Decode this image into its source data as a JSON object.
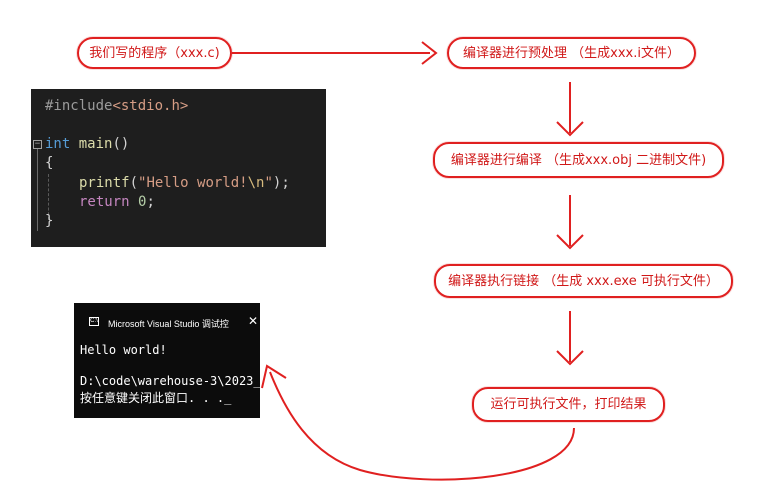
{
  "flow": {
    "step_source": "我们写的程序（xxx.c)",
    "step_preprocess": "编译器进行预处理 （生成xxx.i文件）",
    "step_compile": "编译器进行编译 （生成xxx.obj 二进制文件)",
    "step_link": "编译器执行链接 （生成 xxx.exe 可执行文件）",
    "step_run": "运行可执行文件，打印结果"
  },
  "code_editor": {
    "include_kw": "#include",
    "include_file": "<stdio.h>",
    "type_kw": "int",
    "main_fn": "main",
    "main_parens": "()",
    "open_brace": "{",
    "printf_fn": "printf",
    "paren_open": "(",
    "str_start": "\"Hello world!",
    "str_escape": "\\n",
    "str_end": "\"",
    "paren_close_semi": ");",
    "return_kw": "return",
    "return_value": "0",
    "semicolon": ";",
    "close_brace": "}"
  },
  "console": {
    "tab_title": "Microsoft Visual Studio 调试控",
    "close_glyph": "✕",
    "cmd_glyph": "C:\\",
    "output_line1": "Hello world!",
    "output_line2": "D:\\code\\warehouse-3\\2023_",
    "output_line3": "按任意键关闭此窗口. . ._"
  },
  "colors": {
    "accent_red": "#e02020",
    "editor_bg": "#1e1e1e",
    "console_bg": "#0c0c0c"
  }
}
